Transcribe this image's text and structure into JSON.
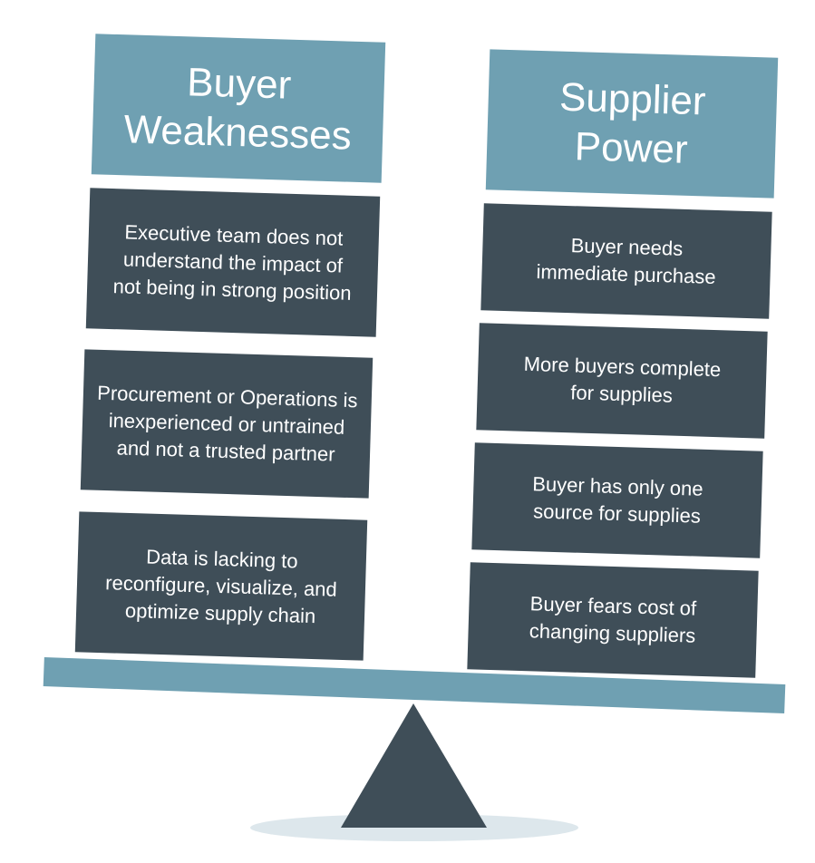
{
  "left_column": {
    "header": "Buyer\nWeaknesses",
    "items": [
      "Executive team does not\nunderstand the impact of\nnot being in strong position",
      "Procurement or Operations is\ninexperienced or untrained\nand not a trusted partner",
      "Data is lacking to\nreconfigure, visualize, and\noptimize supply chain"
    ]
  },
  "right_column": {
    "header": "Supplier\nPower",
    "items": [
      "Buyer needs\nimmediate purchase",
      "More buyers complete\nfor supplies",
      "Buyer has only one\nsource for supplies",
      "Buyer fears cost of\nchanging suppliers"
    ]
  },
  "colors": {
    "header": "#6fa0b2",
    "box": "#3f4e58",
    "beam": "#6fa0b2",
    "fulcrum": "#3f4e58",
    "shadow": "#dde7ec"
  }
}
